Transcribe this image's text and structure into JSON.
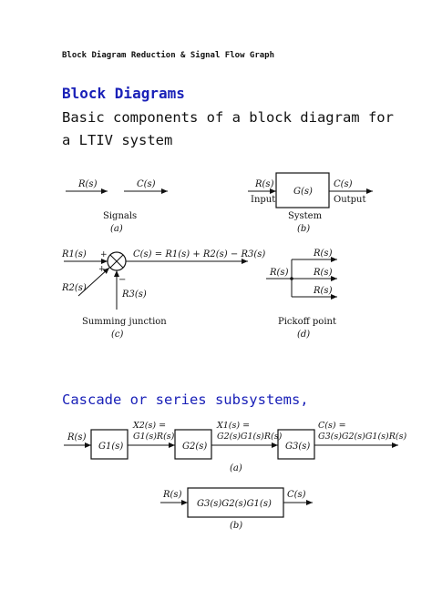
{
  "header": {
    "title": "Block Diagram Reduction & Signal Flow Graph"
  },
  "section1": {
    "heading": "Block Diagrams",
    "intro": "Basic components of a block diagram for a LTIV system"
  },
  "fig_basic": {
    "signals": {
      "r": "R(s)",
      "c": "C(s)",
      "caption": "Signals",
      "tag": "(a)"
    },
    "system": {
      "r": "R(s)",
      "c": "C(s)",
      "block": "G(s)",
      "input": "Input",
      "output": "Output",
      "caption": "System",
      "tag": "(b)"
    },
    "summing": {
      "r1": "R1(s)",
      "r2": "R2(s)",
      "r3": "R3(s)",
      "plus1": "+",
      "plus2": "+",
      "minus": "−",
      "eq": "C(s) = R1(s) + R2(s) − R3(s)",
      "caption": "Summing junction",
      "tag": "(c)"
    },
    "pickoff": {
      "in": "R(s)",
      "out1": "R(s)",
      "out2": "R(s)",
      "out3": "R(s)",
      "caption": "Pickoff point",
      "tag": "(d)"
    }
  },
  "section2": {
    "heading": "Cascade or series subsystems,"
  },
  "fig_cascade": {
    "r": "R(s)",
    "g1": "G1(s)",
    "g2": "G2(s)",
    "g3": "G3(s)",
    "x2_a": "X2(s) =",
    "x2_b": "G1(s)R(s)",
    "x1_a": "X1(s) =",
    "x1_b": "G2(s)G1(s)R(s)",
    "c_a": "C(s) =",
    "c_b": "G3(s)G2(s)G1(s)R(s)",
    "tag_a": "(a)",
    "r2": "R(s)",
    "c2": "C(s)",
    "g_eq": "G3(s)G2(s)G1(s)",
    "tag_b": "(b)"
  }
}
